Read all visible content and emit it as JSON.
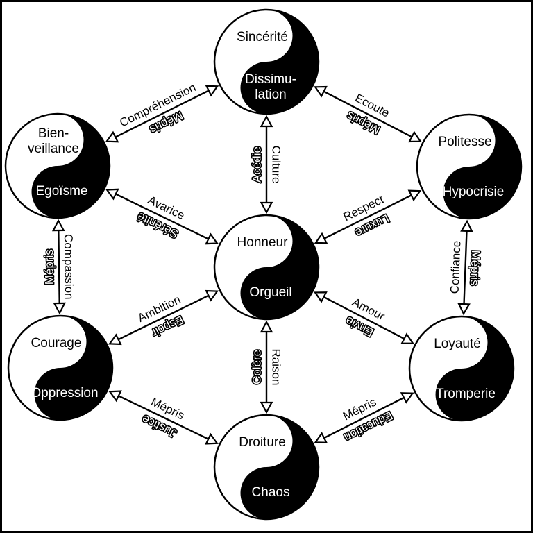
{
  "colors": {
    "dark": "#000000",
    "light": "#ffffff"
  },
  "nodes": {
    "top": {
      "virtue": [
        "Sincérité"
      ],
      "vice": [
        "Dissimu-",
        "lation"
      ]
    },
    "upper_left": {
      "virtue": [
        "Bien-",
        "veillance"
      ],
      "vice": [
        "Egoïsme"
      ]
    },
    "upper_right": {
      "virtue": [
        "Politesse"
      ],
      "vice": [
        "Hypocrisie"
      ]
    },
    "center": {
      "virtue": [
        "Honneur"
      ],
      "vice": [
        "Orgueil"
      ]
    },
    "lower_left": {
      "virtue": [
        "Courage"
      ],
      "vice": [
        "Oppression"
      ]
    },
    "lower_right": {
      "virtue": [
        "Loyauté"
      ],
      "vice": [
        "Tromperie"
      ]
    },
    "bottom": {
      "virtue": [
        "Droiture"
      ],
      "vice": [
        "Chaos"
      ]
    }
  },
  "links": [
    {
      "from": "upper_left",
      "to": "top",
      "virtue_label": "Compréhension",
      "vice_label": "Mépris"
    },
    {
      "from": "top",
      "to": "upper_right",
      "virtue_label": "Ecoute",
      "vice_label": "Mépris"
    },
    {
      "from": "top",
      "to": "center",
      "virtue_label": "Culture",
      "vice_label": "Acédie"
    },
    {
      "from": "upper_left",
      "to": "center",
      "virtue_label": "Avarice",
      "vice_label": "Sérénité"
    },
    {
      "from": "center",
      "to": "upper_right",
      "virtue_label": "Respect",
      "vice_label": "Luxure"
    },
    {
      "from": "upper_left",
      "to": "lower_left",
      "virtue_label": "Compassion",
      "vice_label": "Mépris"
    },
    {
      "from": "upper_right",
      "to": "lower_right",
      "virtue_label": "Confiance",
      "vice_label": "Mépris"
    },
    {
      "from": "lower_left",
      "to": "center",
      "virtue_label": "Ambition",
      "vice_label": "Espoir"
    },
    {
      "from": "center",
      "to": "lower_right",
      "virtue_label": "Amour",
      "vice_label": "Envie"
    },
    {
      "from": "center",
      "to": "bottom",
      "virtue_label": "Raison",
      "vice_label": "Colère"
    },
    {
      "from": "lower_left",
      "to": "bottom",
      "virtue_label": "Mépris",
      "vice_label": "Justice"
    },
    {
      "from": "bottom",
      "to": "lower_right",
      "virtue_label": "Mépris",
      "vice_label": "Education"
    }
  ]
}
